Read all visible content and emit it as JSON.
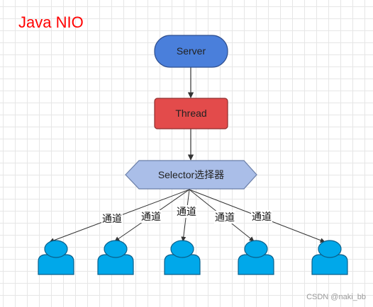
{
  "title": "Java NIO",
  "server_label": "Server",
  "thread_label": "Thread",
  "selector_label": "Selector选择器",
  "channel_labels": [
    "通道",
    "通道",
    "通道",
    "通道",
    "通道"
  ],
  "watermark": "CSDN @naki_bb",
  "colors": {
    "title": "#ff0000",
    "server_fill": "#4a7fdb",
    "thread_fill": "#e34b4b",
    "selector_fill": "#aabee8",
    "client_fill": "#00a8ea",
    "stroke": "#333333"
  }
}
